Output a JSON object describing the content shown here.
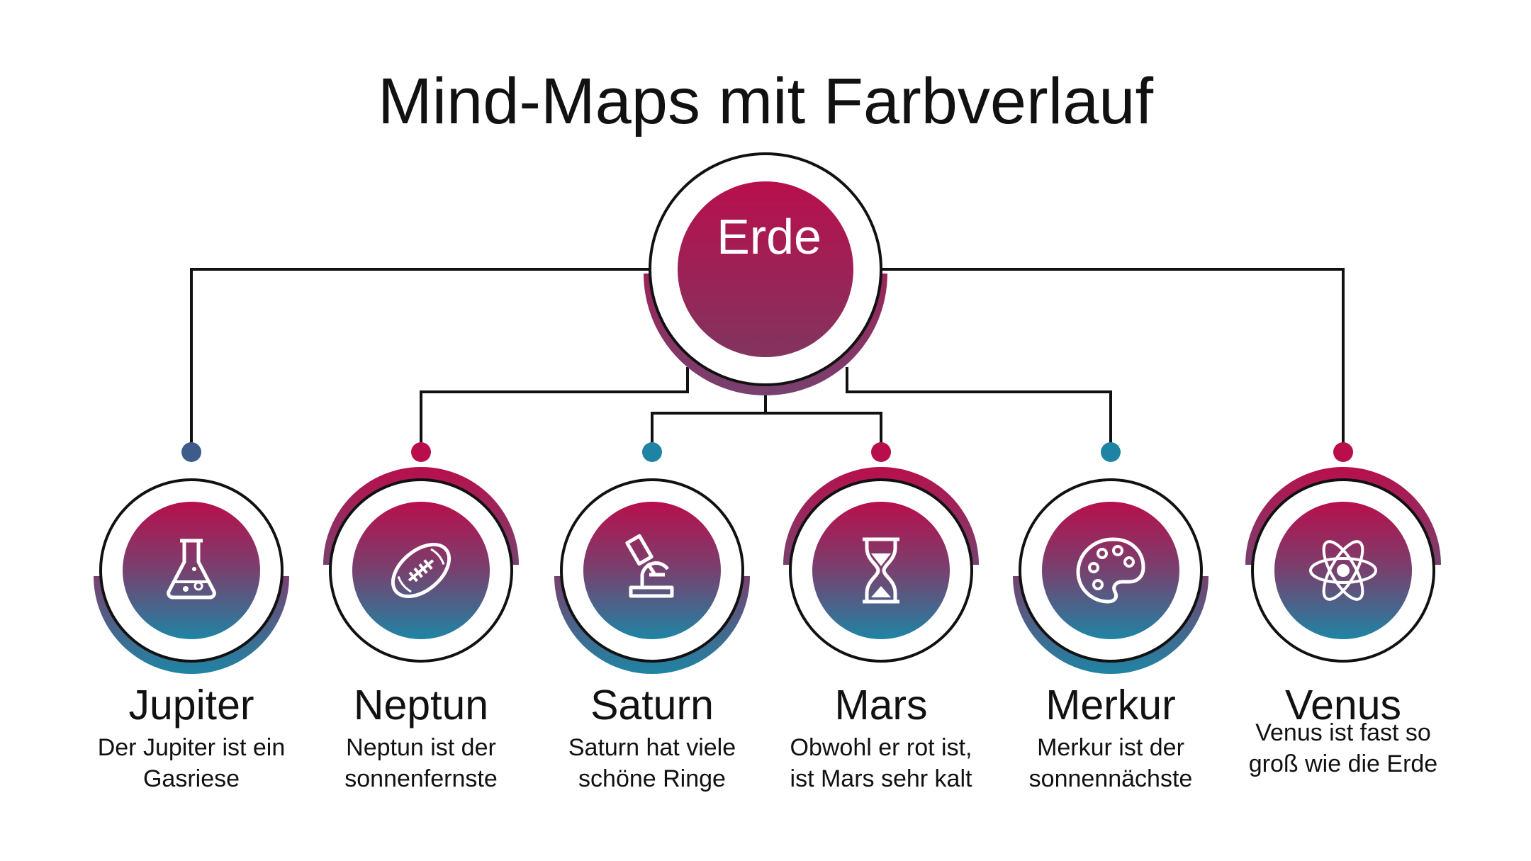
{
  "title": "Mind-Maps mit Farbverlauf",
  "center": {
    "label": "Erde"
  },
  "colors": {
    "magenta": "#b80f4c",
    "purple": "#77416f",
    "teal": "#1f84a4",
    "slate": "#3e5c8a",
    "line": "#111111"
  },
  "children": [
    {
      "title": "Jupiter",
      "desc": "Der Jupiter ist ein Gasriese",
      "icon": "flask-icon",
      "dot": "#3e5c8a"
    },
    {
      "title": "Neptun",
      "desc": "Neptun ist der sonnenfernste",
      "icon": "football-icon",
      "dot": "#b80f4c"
    },
    {
      "title": "Saturn",
      "desc": "Saturn hat viele schöne Ringe",
      "icon": "microscope-icon",
      "dot": "#1f84a4"
    },
    {
      "title": "Mars",
      "desc": "Obwohl er rot ist, ist Mars sehr kalt",
      "icon": "hourglass-icon",
      "dot": "#b80f4c"
    },
    {
      "title": "Merkur",
      "desc": "Merkur ist der sonnennächste",
      "icon": "palette-icon",
      "dot": "#1f84a4"
    },
    {
      "title": "Venus",
      "desc": "Venus ist fast so groß wie die Erde",
      "icon": "atom-icon",
      "dot": "#b80f4c"
    }
  ]
}
